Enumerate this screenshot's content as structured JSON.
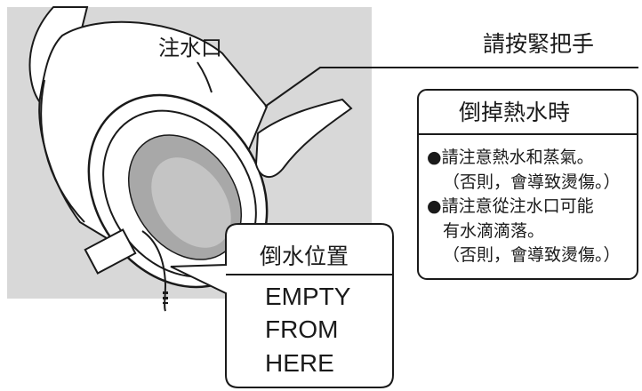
{
  "labels": {
    "spout": "注水口",
    "grip_handle": "請按緊把手"
  },
  "warning_box": {
    "title": "倒掉熱水時",
    "lines": [
      "●請注意熱水和蒸氣。",
      "（否則，會導致燙傷。）",
      "●請注意從注水口可能",
      "有水滴滴落。",
      "（否則，會導致燙傷。）"
    ]
  },
  "empty_box": {
    "title": "倒水位置",
    "lines": [
      "EMPTY",
      "FROM",
      "HERE"
    ]
  }
}
